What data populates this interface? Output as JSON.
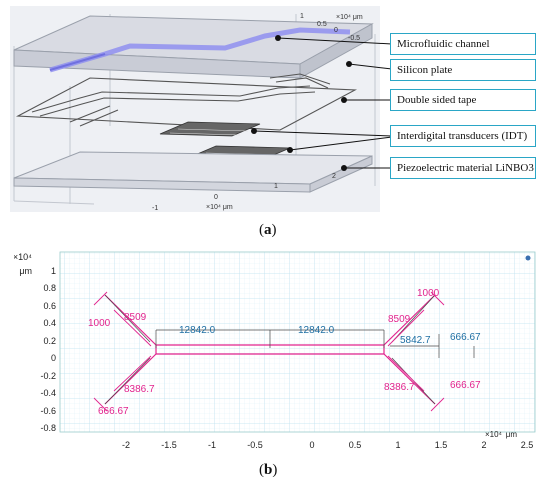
{
  "panel_a": {
    "axis_top": {
      "tick_1": "1",
      "tick_05": "0.5",
      "tick_0": "0",
      "tick_m05": "-0.5",
      "scale": "×10⁴ μm"
    },
    "axis_bottom": {
      "tick_m1": "-1",
      "tick_0": "0",
      "tick_1": "1",
      "tick_2": "2",
      "scale": "×10⁴ μm"
    },
    "callouts": [
      "Microfluidic channel",
      "Silicon plate",
      "Double sided tape",
      "Interdigital transducers (IDT)",
      "Piezoelectric material LiNBO3"
    ],
    "caption_letter": "a"
  },
  "panel_b": {
    "y_exponent": "×10⁴",
    "y_unit": "μm",
    "x_exponent": "×10⁴",
    "x_unit": "μm",
    "y_ticks": [
      "1",
      "0.8",
      "0.6",
      "0.4",
      "0.2",
      "0",
      "-0.2",
      "-0.4",
      "-0.6",
      "-0.8"
    ],
    "x_ticks": [
      "-2",
      "-1.5",
      "-1",
      "-0.5",
      "0",
      "0.5",
      "1",
      "1.5",
      "2",
      "2.5"
    ],
    "dims": {
      "left_1000": "1000",
      "left_8509": "8509",
      "left_8386": "8386.7",
      "left_666": "666.67",
      "center_left": "12842.0",
      "center_right": "12842.0",
      "right_1000": "1000",
      "right_8509": "8509",
      "right_5842": "5842.7",
      "right_666_top": "666.67",
      "right_8386": "8386.7",
      "right_666_bottom": "666.67"
    },
    "caption_letter": "b"
  },
  "colors": {
    "magenta": "#e2238d",
    "blue_dim": "#1f6fa3",
    "grid": "#cfe9f5",
    "callout_border": "#2aa6c6"
  }
}
